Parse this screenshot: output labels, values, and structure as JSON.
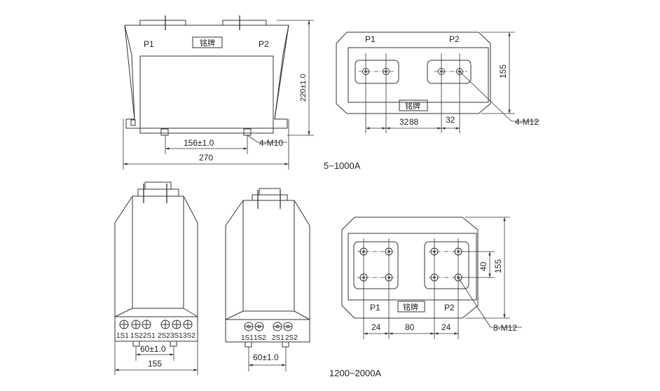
{
  "top": {
    "p1": "P1",
    "p2": "P2",
    "nameplate": "铭牌",
    "dim_height": "220±1.0",
    "dim_bolt_spacing": "156±1.0",
    "dim_width": "270",
    "bolt_note": "4-M10",
    "plan_p1": "P1",
    "plan_p2": "P2",
    "plan_nameplate": "铭牌",
    "plan_dim_height": "155",
    "plan_dim_left": "32",
    "plan_dim_mid": "88",
    "plan_dim_right": "32",
    "plan_bolt_note": "4-M12",
    "range": "5~1000A"
  },
  "bottom": {
    "terminals_front": [
      "1S1",
      "1S2",
      "2S1",
      "2S2",
      "3S1",
      "3S2"
    ],
    "terminals_side": [
      "1S1",
      "1S2",
      "2S1",
      "2S2"
    ],
    "front_dim_terminal": "60±1.0",
    "front_dim_width": "155",
    "side_dim_terminal": "60±1.0",
    "plan_p1": "P1",
    "plan_p2": "P2",
    "plan_nameplate": "铭牌",
    "plan_dim_height": "155",
    "plan_dim_inner": "40",
    "plan_dim_left": "24",
    "plan_dim_mid": "80",
    "plan_dim_right": "24",
    "plan_bolt_note": "8-M12",
    "range": "1200~2000A"
  }
}
